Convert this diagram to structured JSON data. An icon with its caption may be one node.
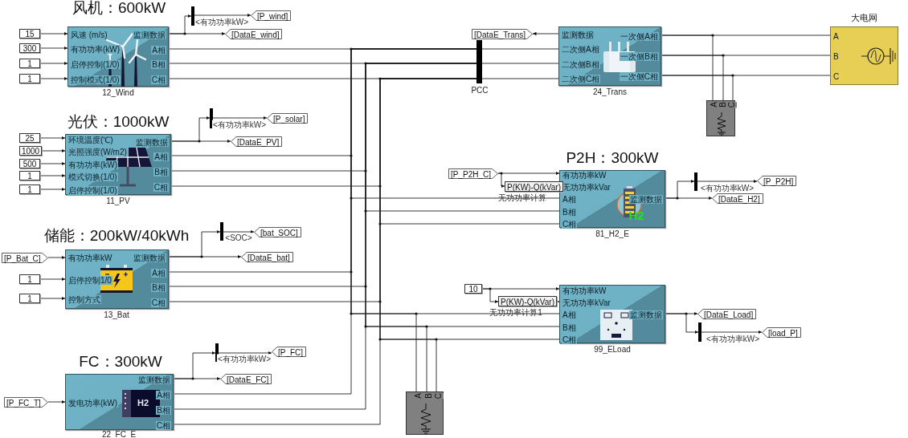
{
  "diagram": {
    "nodes": [
      {
        "text": [
          "风速 (m/s)",
          "有功功率(kW)",
          "启停控制(1/0)",
          "控制模式(1/0)",
          "监测数据",
          "A相",
          "B相",
          "C相"
        ],
        "beside": [
          "风机：600kW",
          "12_Wind"
        ]
      },
      {
        "text": [
          "15"
        ]
      },
      {
        "text": [
          "300"
        ]
      },
      {
        "text": [
          "1"
        ]
      },
      {
        "text": [
          "1"
        ]
      },
      {
        "text": [],
        "shape": "bar"
      },
      {
        "text": [
          "[P_wind]"
        ]
      },
      {
        "text": [
          "[DataE_wind]"
        ]
      },
      {
        "text": [
          "环境温度(℃)",
          "光照强度(W/m2)",
          "有功功率(kW)",
          "模式切换(1/0)",
          "启停控制(1/0)",
          "监测数据",
          "A相",
          "B相",
          "C相"
        ],
        "beside": [
          "光伏：1000kW",
          "11_PV"
        ]
      },
      {
        "text": [
          "25"
        ]
      },
      {
        "text": [
          "1000"
        ]
      },
      {
        "text": [
          "500"
        ]
      },
      {
        "text": [
          "1"
        ]
      },
      {
        "text": [
          "1"
        ]
      },
      {
        "text": [],
        "shape": "bar"
      },
      {
        "text": [
          "[P_solar]"
        ]
      },
      {
        "text": [
          "[DataE_PV]"
        ]
      },
      {
        "text": [
          "有功功率kW",
          "启停控制1/0",
          "控制方式",
          "监测数据",
          "A相",
          "B相",
          "C相"
        ],
        "beside": [
          "储能：200kW/40kWh",
          "13_Bat"
        ]
      },
      {
        "text": [
          "[P_Bat_C]"
        ]
      },
      {
        "text": [
          "1"
        ]
      },
      {
        "text": [
          "1"
        ]
      },
      {
        "text": [],
        "shape": "bar"
      },
      {
        "text": [
          "[bat_SOC]"
        ]
      },
      {
        "text": [
          "[DataE_bat]"
        ]
      },
      {
        "text": [
          "发电功率(kW)",
          "监测数据",
          "A相",
          "B相",
          "C相"
        ],
        "beside": [
          "FC：300kW",
          "22_FC_E"
        ]
      },
      {
        "text": [
          "[P_FC_T]"
        ]
      },
      {
        "text": [],
        "shape": "bar"
      },
      {
        "text": [
          "[P_FC]"
        ]
      },
      {
        "text": [
          "[DataE_FC]"
        ]
      },
      {
        "text": [],
        "shape": "bar",
        "beside": [
          "PCC"
        ]
      },
      {
        "text": [
          "监测数据",
          "二次侧A相",
          "二次侧B相",
          "二次侧C相",
          "一次侧A相",
          "一次侧B相",
          "一次侧C相"
        ],
        "beside": [
          "24_Trans"
        ]
      },
      {
        "text": [
          "[DataE_Trans]"
        ]
      },
      {
        "text": [
          "A",
          "B",
          "C"
        ],
        "beside": [
          "大电网"
        ]
      },
      {
        "text": [
          "A",
          "B",
          "C"
        ]
      },
      {
        "text": [
          "有功功率kW",
          "无功功率kVar",
          "A相",
          "B相",
          "C相",
          "监测数据"
        ],
        "beside": [
          "P2H：300kW",
          "81_H2_E"
        ]
      },
      {
        "text": [
          "[P_P2H_C]"
        ]
      },
      {
        "text": [
          "P(KW)-Q(kVar)"
        ],
        "beside": [
          "无功功率计算"
        ]
      },
      {
        "text": [],
        "shape": "bar"
      },
      {
        "text": [
          "[P_P2H]"
        ]
      },
      {
        "text": [
          "[DataE_H2]"
        ]
      },
      {
        "text": [
          "有功功率kW",
          "无功功率kVar",
          "A相",
          "B相",
          "C相",
          "监测数据"
        ],
        "beside": [
          "99_ELoad"
        ]
      },
      {
        "text": [
          "10"
        ]
      },
      {
        "text": [
          "P(KW)-Q(kVar)"
        ],
        "beside": [
          "无功功率计算1"
        ]
      },
      {
        "text": [
          "[DataE_Load]"
        ]
      },
      {
        "text": [],
        "shape": "bar"
      },
      {
        "text": [
          "[load_P]"
        ]
      },
      {
        "text": [
          "A",
          "B",
          "C"
        ]
      }
    ],
    "edges": [
      {
        "from": 1,
        "to": 0,
        "arrow": "to"
      },
      {
        "from": 2,
        "to": 0,
        "arrow": "to"
      },
      {
        "from": 3,
        "to": 0,
        "arrow": "to"
      },
      {
        "from": 4,
        "to": 0,
        "arrow": "to"
      },
      {
        "from": 0,
        "to": 5,
        "arrow": "to"
      },
      {
        "from": 0,
        "to": 7,
        "arrow": "to"
      },
      {
        "from": 5,
        "to": 6,
        "arrow": "to",
        "label": "<有功功率kW>"
      },
      {
        "from": 0,
        "to": 29,
        "arrow": "none"
      },
      {
        "from": 0,
        "to": 29,
        "arrow": "none"
      },
      {
        "from": 0,
        "to": 29,
        "arrow": "none"
      },
      {
        "from": 9,
        "to": 8,
        "arrow": "to"
      },
      {
        "from": 10,
        "to": 8,
        "arrow": "to"
      },
      {
        "from": 11,
        "to": 8,
        "arrow": "to"
      },
      {
        "from": 12,
        "to": 8,
        "arrow": "to"
      },
      {
        "from": 13,
        "to": 8,
        "arrow": "to"
      },
      {
        "from": 8,
        "to": 14,
        "arrow": "to"
      },
      {
        "from": 8,
        "to": 16,
        "arrow": "to"
      },
      {
        "from": 14,
        "to": 15,
        "arrow": "to",
        "label": "<有功功率kW>"
      },
      {
        "from": 8,
        "to": 29,
        "arrow": "none"
      },
      {
        "from": 8,
        "to": 29,
        "arrow": "none"
      },
      {
        "from": 8,
        "to": 29,
        "arrow": "none"
      },
      {
        "from": 18,
        "to": 17,
        "arrow": "to"
      },
      {
        "from": 19,
        "to": 17,
        "arrow": "to"
      },
      {
        "from": 20,
        "to": 17,
        "arrow": "to"
      },
      {
        "from": 17,
        "to": 21,
        "arrow": "to"
      },
      {
        "from": 17,
        "to": 23,
        "arrow": "to"
      },
      {
        "from": 21,
        "to": 22,
        "arrow": "to",
        "label": "<SOC>"
      },
      {
        "from": 17,
        "to": 29,
        "arrow": "none"
      },
      {
        "from": 17,
        "to": 29,
        "arrow": "none"
      },
      {
        "from": 17,
        "to": 29,
        "arrow": "none"
      },
      {
        "from": 25,
        "to": 24,
        "arrow": "to"
      },
      {
        "from": 24,
        "to": 26,
        "arrow": "to"
      },
      {
        "from": 24,
        "to": 28,
        "arrow": "to"
      },
      {
        "from": 26,
        "to": 27,
        "arrow": "to",
        "label": "<有功功率kW>"
      },
      {
        "from": 24,
        "to": 29,
        "arrow": "none"
      },
      {
        "from": 24,
        "to": 29,
        "arrow": "none"
      },
      {
        "from": 24,
        "to": 29,
        "arrow": "none"
      },
      {
        "from": 29,
        "to": 30,
        "arrow": "none"
      },
      {
        "from": 29,
        "to": 30,
        "arrow": "none"
      },
      {
        "from": 29,
        "to": 30,
        "arrow": "none"
      },
      {
        "from": 30,
        "to": 31,
        "arrow": "to"
      },
      {
        "from": 30,
        "to": 32,
        "arrow": "none"
      },
      {
        "from": 30,
        "to": 32,
        "arrow": "none"
      },
      {
        "from": 30,
        "to": 32,
        "arrow": "none"
      },
      {
        "from": 30,
        "to": 33,
        "arrow": "none"
      },
      {
        "from": 30,
        "to": 33,
        "arrow": "none"
      },
      {
        "from": 30,
        "to": 33,
        "arrow": "none"
      },
      {
        "from": 29,
        "to": 34,
        "arrow": "none"
      },
      {
        "from": 29,
        "to": 34,
        "arrow": "none"
      },
      {
        "from": 29,
        "to": 34,
        "arrow": "none"
      },
      {
        "from": 35,
        "to": 34,
        "arrow": "to"
      },
      {
        "from": 35,
        "to": 36,
        "arrow": "to"
      },
      {
        "from": 36,
        "to": 34,
        "arrow": "to"
      },
      {
        "from": 34,
        "to": 37,
        "arrow": "to"
      },
      {
        "from": 34,
        "to": 39,
        "arrow": "to"
      },
      {
        "from": 37,
        "to": 38,
        "arrow": "to",
        "label": "<有功功率kW>"
      },
      {
        "from": 29,
        "to": 40,
        "arrow": "none"
      },
      {
        "from": 29,
        "to": 40,
        "arrow": "none"
      },
      {
        "from": 29,
        "to": 40,
        "arrow": "none"
      },
      {
        "from": 29,
        "to": 46,
        "arrow": "none"
      },
      {
        "from": 29,
        "to": 46,
        "arrow": "none"
      },
      {
        "from": 29,
        "to": 46,
        "arrow": "none"
      },
      {
        "from": 41,
        "to": 40,
        "arrow": "to"
      },
      {
        "from": 41,
        "to": 42,
        "arrow": "to"
      },
      {
        "from": 42,
        "to": 40,
        "arrow": "to"
      },
      {
        "from": 40,
        "to": 43,
        "arrow": "to"
      },
      {
        "from": 40,
        "to": 44,
        "arrow": "to"
      },
      {
        "from": 44,
        "to": 45,
        "arrow": "to",
        "label": "<有功功率kW>"
      }
    ],
    "labels": [
      "H2",
      "H2"
    ]
  }
}
